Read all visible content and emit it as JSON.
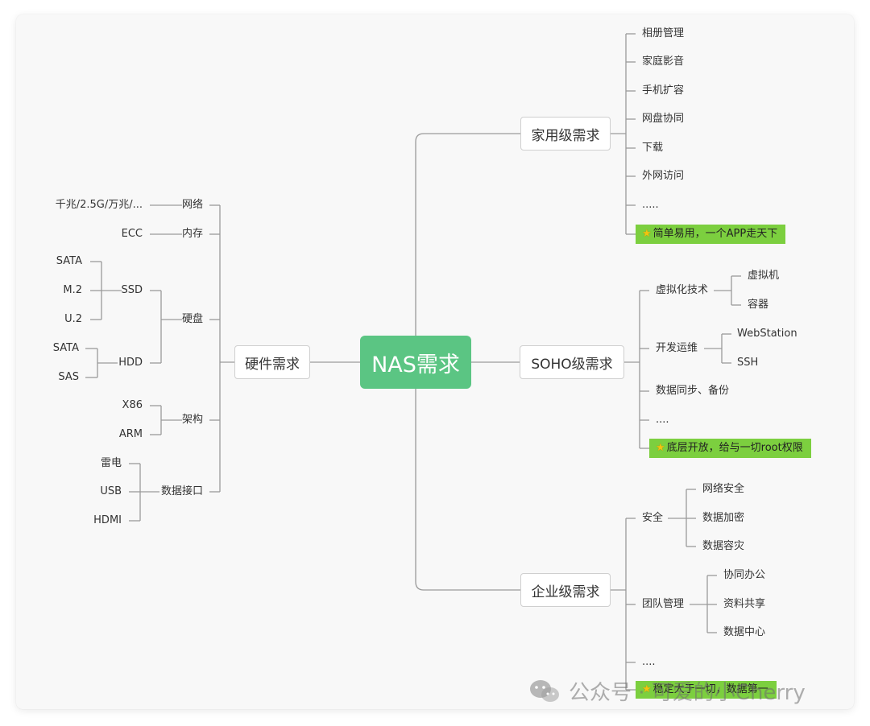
{
  "root": {
    "label": "NAS需求"
  },
  "hardware": {
    "label": "硬件需求",
    "network": {
      "label": "网络",
      "child": "千兆/2.5G/万兆/..."
    },
    "memory": {
      "label": "内存",
      "child": "ECC"
    },
    "disk": {
      "label": "硬盘",
      "ssd": {
        "label": "SSD",
        "children": [
          "SATA",
          "M.2",
          "U.2"
        ]
      },
      "hdd": {
        "label": "HDD",
        "children": [
          "SATA",
          "SAS"
        ]
      }
    },
    "arch": {
      "label": "架构",
      "children": [
        "X86",
        "ARM"
      ]
    },
    "ports": {
      "label": "数据接口",
      "children": [
        "雷电",
        "USB",
        "HDMI"
      ]
    }
  },
  "home": {
    "label": "家用级需求",
    "items": [
      "相册管理",
      "家庭影音",
      "手机扩容",
      "网盘协同",
      "下载",
      "外网访问",
      "....."
    ],
    "highlight": "简单易用，一个APP走天下"
  },
  "soho": {
    "label": "SOHO级需求",
    "virt": {
      "label": "虚拟化技术",
      "children": [
        "虚拟机",
        "容器"
      ]
    },
    "ops": {
      "label": "开发运维",
      "children": [
        "WebStation",
        "SSH"
      ]
    },
    "sync": "数据同步、备份",
    "more": "....",
    "highlight": "底层开放，给与一切root权限"
  },
  "enterprise": {
    "label": "企业级需求",
    "security": {
      "label": "安全",
      "children": [
        "网络安全",
        "数据加密",
        "数据容灾"
      ]
    },
    "team": {
      "label": "团队管理",
      "children": [
        "协同办公",
        "资料共享",
        "数据中心"
      ]
    },
    "more": "....",
    "highlight": "稳定大于一切，数据第一"
  },
  "watermark": {
    "icon": "wechat-icon",
    "text": "公众号 · 可爱的小Cherry"
  },
  "colors": {
    "root": "#5bc583",
    "highlight": "#7ccf3f",
    "edge": "#9a9a9a",
    "card": "#f8f8f8"
  }
}
